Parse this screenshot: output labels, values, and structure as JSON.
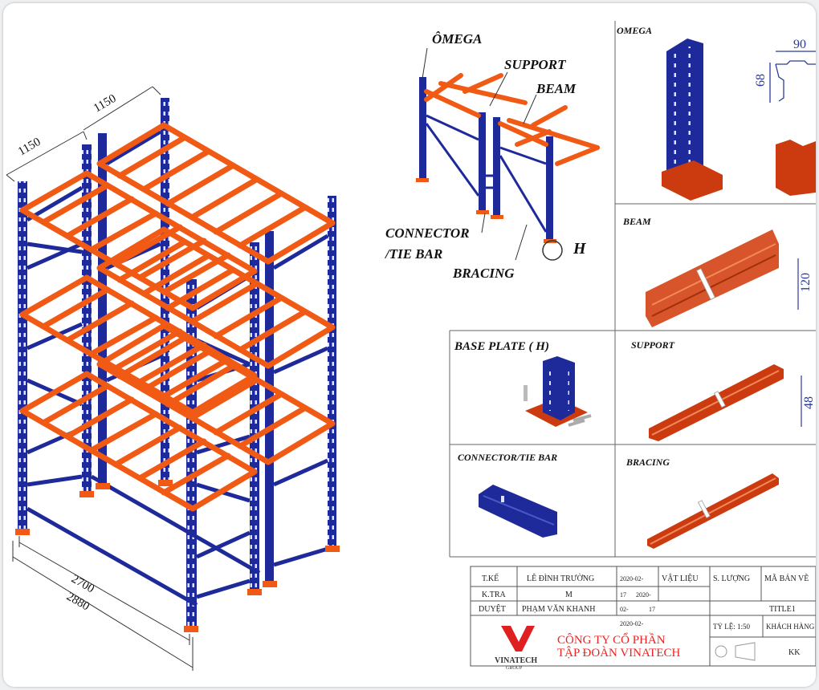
{
  "colors": {
    "upright": "#1f2a9a",
    "beam": "#f05a14",
    "plate": "#cc3b10",
    "grid": "#555555",
    "company": "#e02020"
  },
  "rack": {
    "dim_depth_a": "1150",
    "dim_depth_b": "1150",
    "dim_beam": "2700",
    "dim_total": "2880"
  },
  "exploded": {
    "omega": "ÔMEGA",
    "support": "SUPPORT",
    "beam": "BEAM",
    "connector_1": "CONNECTOR",
    "connector_2": "/TIE BAR",
    "bracing": "BRACING",
    "base_marker": "H"
  },
  "panels": {
    "omega": {
      "title": "OMEGA",
      "dim_width": "90",
      "dim_height": "68"
    },
    "beam": {
      "title": "BEAM",
      "dim": "120"
    },
    "base_plate": {
      "title": "BASE PLATE ( H)"
    },
    "support": {
      "title": "SUPPORT",
      "dim": "48"
    },
    "connector": {
      "title": "CONNECTOR/TIE BAR"
    },
    "bracing": {
      "title": "BRACING"
    }
  },
  "title_block": {
    "r1": [
      "T.KẾ",
      "LÊ ĐÌNH TRƯỜNG",
      "2020-02-",
      "VẬT LIỆU",
      "S. LƯỢNG",
      "MÃ BẢN VẼ"
    ],
    "r2": [
      "K.TRA",
      "M",
      "17",
      "2020-"
    ],
    "r3": [
      "DUYỆT",
      "PHẠM VĂN KHANH",
      "02-",
      "17",
      "TITLE1"
    ],
    "r4": [
      "2020-02-",
      "TỶ LỆ: 1:50",
      "KHÁCH HÀNG"
    ],
    "r5": [
      "KK"
    ],
    "company_1": "CÔNG TY CỔ PHẦN",
    "company_2": "TẬP ĐOÀN VINATECH",
    "logo_text": "VINATECH",
    "logo_sub": "GROUP"
  }
}
